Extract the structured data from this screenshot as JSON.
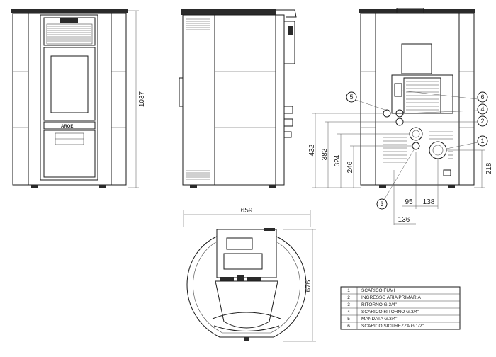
{
  "brand": "AROE",
  "dimensions": {
    "height": "1037",
    "width": "659",
    "depth": "676",
    "h432": "432",
    "h382": "382",
    "h324": "324",
    "h246": "246",
    "h218": "218",
    "w95": "95",
    "w138": "138",
    "w136": "136"
  },
  "callouts": [
    "1",
    "2",
    "3",
    "4",
    "5",
    "6"
  ],
  "legend": [
    {
      "num": "1",
      "label": "SCARICO FUMI"
    },
    {
      "num": "2",
      "label": "INGRESSO ARIA PRIMARIA"
    },
    {
      "num": "3",
      "label": "RITORNO G.3/4\""
    },
    {
      "num": "4",
      "label": "SCARICO RITORNO G.3/4\""
    },
    {
      "num": "5",
      "label": "MANDATA G.3/4\""
    },
    {
      "num": "6",
      "label": "SCARICO SICUREZZA G.1/2\""
    }
  ]
}
